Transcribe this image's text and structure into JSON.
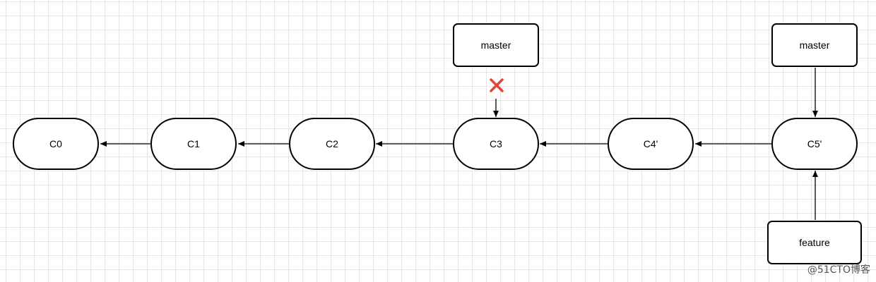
{
  "commits": [
    {
      "id": "c0",
      "label": "C0"
    },
    {
      "id": "c1",
      "label": "C1"
    },
    {
      "id": "c2",
      "label": "C2"
    },
    {
      "id": "c3",
      "label": "C3"
    },
    {
      "id": "c4",
      "label": "C4'"
    },
    {
      "id": "c5",
      "label": "C5'"
    }
  ],
  "branches": {
    "old_master": {
      "label": "master",
      "status": "removed"
    },
    "master": {
      "label": "master"
    },
    "feature": {
      "label": "feature"
    }
  },
  "colors": {
    "stroke": "#000000",
    "cross": "#e0443e",
    "grid": "#e6e6e6"
  },
  "watermark": "@51CTO博客"
}
